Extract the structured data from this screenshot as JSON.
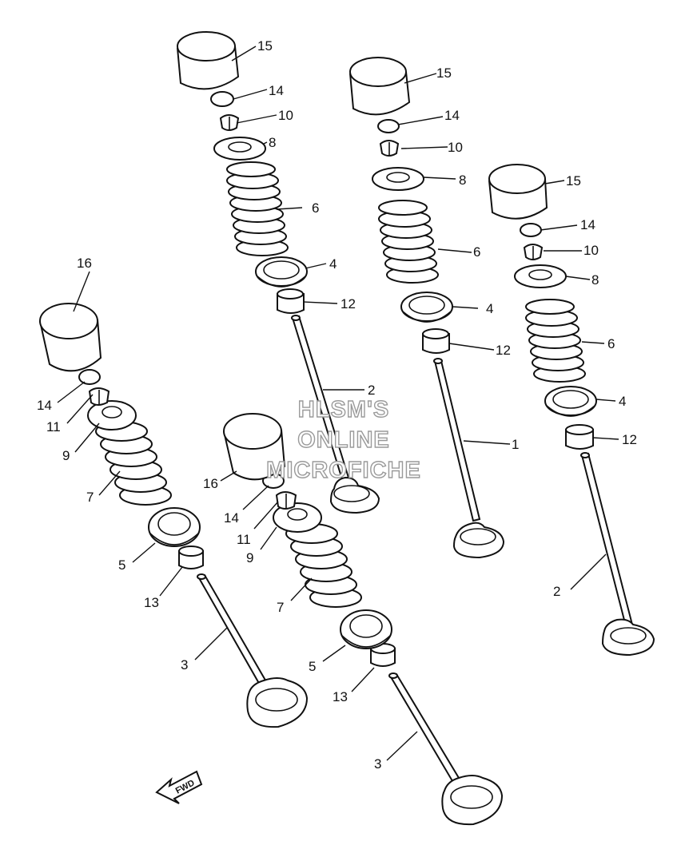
{
  "labels": {
    "a": [
      "15",
      "14",
      "10",
      "8",
      "6",
      "4",
      "12",
      "2"
    ],
    "b": [
      "15",
      "14",
      "10",
      "8",
      "6",
      "4",
      "12",
      "1"
    ],
    "c": [
      "15",
      "14",
      "10",
      "8",
      "6",
      "4",
      "12",
      "2"
    ],
    "d": [
      "16",
      "14",
      "11",
      "9",
      "7",
      "5",
      "13",
      "3"
    ],
    "e": [
      "16",
      "14",
      "11",
      "9",
      "7",
      "5",
      "13",
      "3"
    ]
  },
  "watermark": {
    "line1": "HLSM'S",
    "line2": "ONLINE",
    "line3": "MICROFICHE"
  },
  "fwd_label": "FWD"
}
